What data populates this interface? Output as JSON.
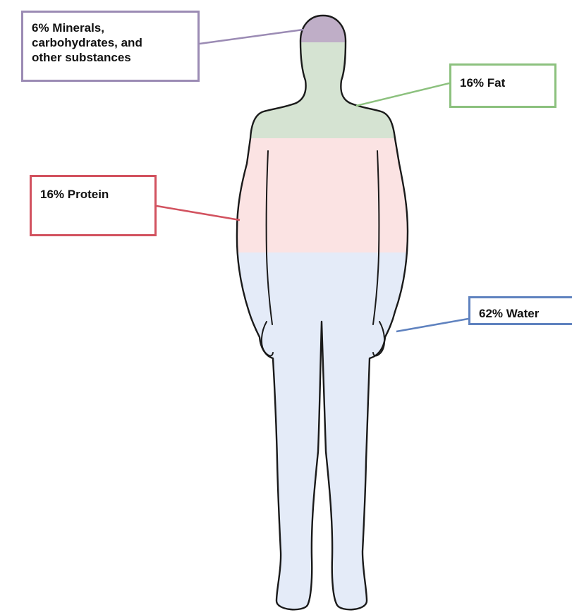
{
  "components": [
    {
      "id": "minerals",
      "label": "6% Minerals, carbohydrates, and other substances",
      "lines": [
        "6% Minerals,",
        "carbohydrates, and",
        "other substances"
      ],
      "percent": 6,
      "border_color": "#9b8bb4",
      "fill_color": "#bfaec7"
    },
    {
      "id": "fat",
      "label": "16% Fat",
      "lines": [
        "16% Fat"
      ],
      "percent": 16,
      "border_color": "#8cc17e",
      "fill_color": "#d5e3d2"
    },
    {
      "id": "protein",
      "label": "16% Protein",
      "lines": [
        "16% Protein"
      ],
      "percent": 16,
      "border_color": "#d2525f",
      "fill_color": "#fbe3e3"
    },
    {
      "id": "water",
      "label": "62% Water",
      "lines": [
        "62% Water"
      ],
      "percent": 62,
      "border_color": "#5f82bf",
      "fill_color": "#e4ebf8"
    }
  ],
  "outline_color": "#1a1a1a"
}
